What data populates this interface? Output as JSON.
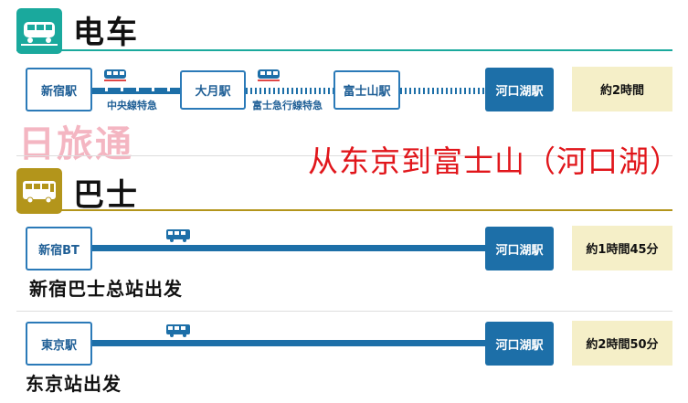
{
  "train": {
    "title": "电车",
    "stations": [
      "新宿駅",
      "大月駅",
      "富士山駅"
    ],
    "destination": "河口湖駅",
    "line_labels": [
      "中央線特急",
      "富士急行線特急"
    ],
    "duration": "約2時間",
    "icon": "train-icon"
  },
  "overlay": {
    "route_title": "从东京到富士山（河口湖）",
    "watermark": "日旅通"
  },
  "bus": {
    "title": "巴士",
    "icon": "bus-icon",
    "routes": [
      {
        "origin": "新宿BT",
        "destination": "河口湖駅",
        "duration": "約1時間45分",
        "depart_label": "新宿巴士总站出发"
      },
      {
        "origin": "東京駅",
        "destination": "河口湖駅",
        "duration": "約2時間50分",
        "depart_label": "东京站出发"
      }
    ]
  },
  "colors": {
    "train_accent": "#1aa99d",
    "bus_accent": "#b3951b",
    "route_blue": "#1d6fa8",
    "title_red": "#e1161b",
    "duration_bg": "#f5efc8"
  }
}
